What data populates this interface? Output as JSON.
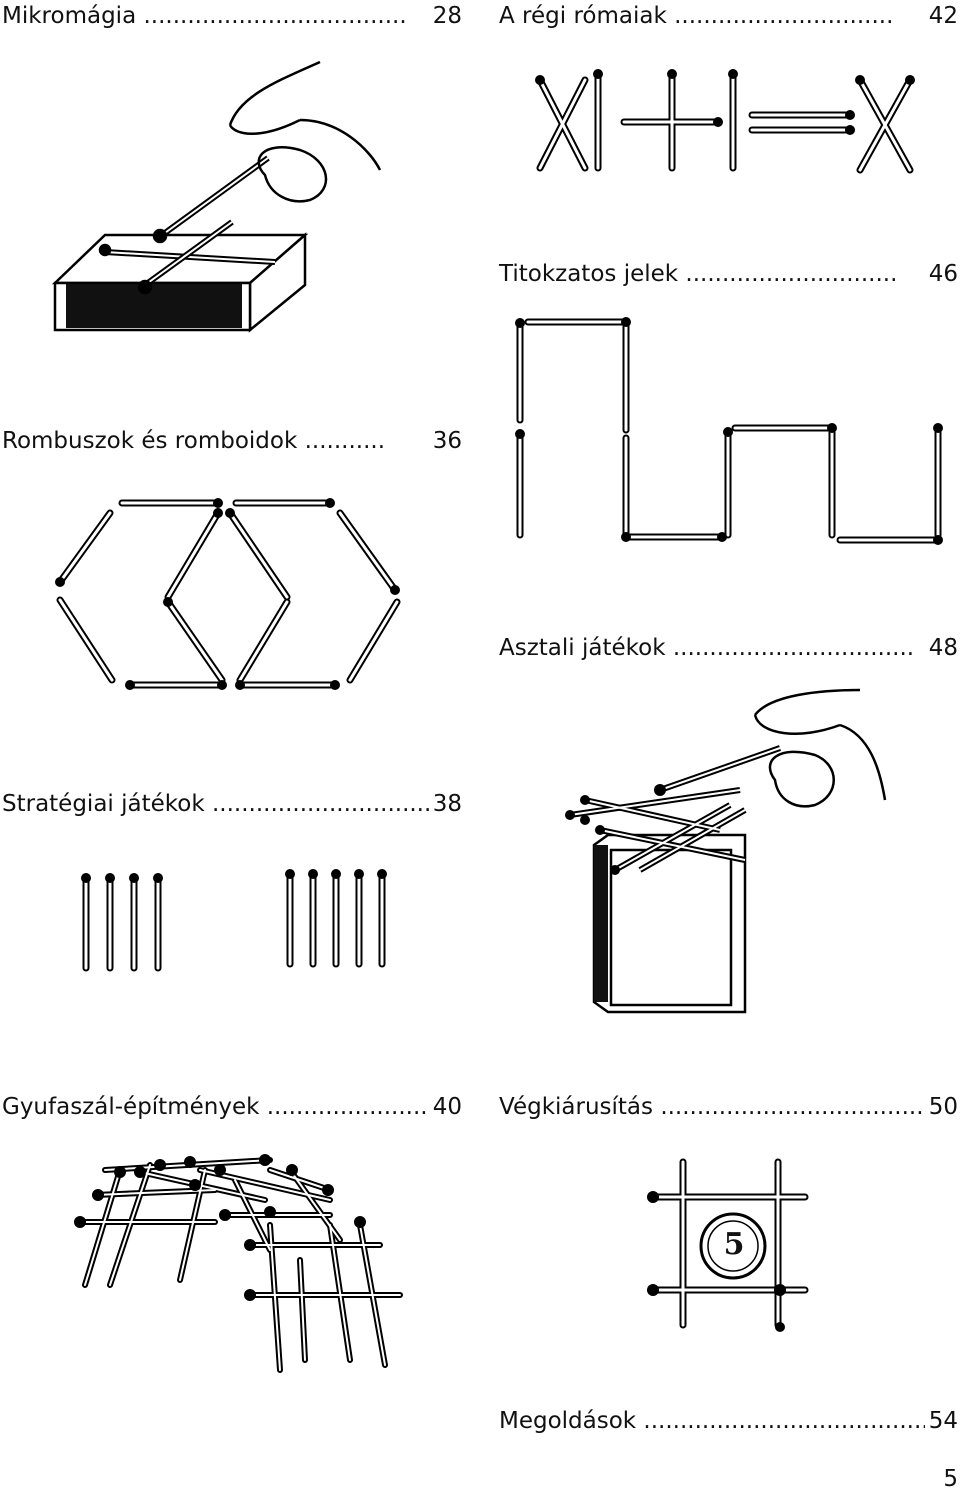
{
  "toc": {
    "mikromagia": {
      "title": "Mikromágia ....................................",
      "page": "28"
    },
    "regi_romaiak": {
      "title": "A régi rómaiak ..............................",
      "page": "42"
    },
    "titokzatos": {
      "title": "Titokzatos jelek .............................",
      "page": "46"
    },
    "rombuszok": {
      "title": "Rombuszok és romboidok ...........",
      "page": "36"
    },
    "asztali": {
      "title": "Asztali játékok .................................",
      "page": "48"
    },
    "strategiai": {
      "title": "Stratégiai játékok ..............................",
      "page": "38"
    },
    "gyufaszal": {
      "title": "Gyufaszál-építmények ......................",
      "page": "40"
    },
    "vegkiarusitas": {
      "title": "Végkiárusítás ....................................",
      "page": "50"
    },
    "megoldasok": {
      "title": "Megoldások ........................................",
      "page": "54"
    }
  },
  "coin_value": "5",
  "page_number": "5"
}
